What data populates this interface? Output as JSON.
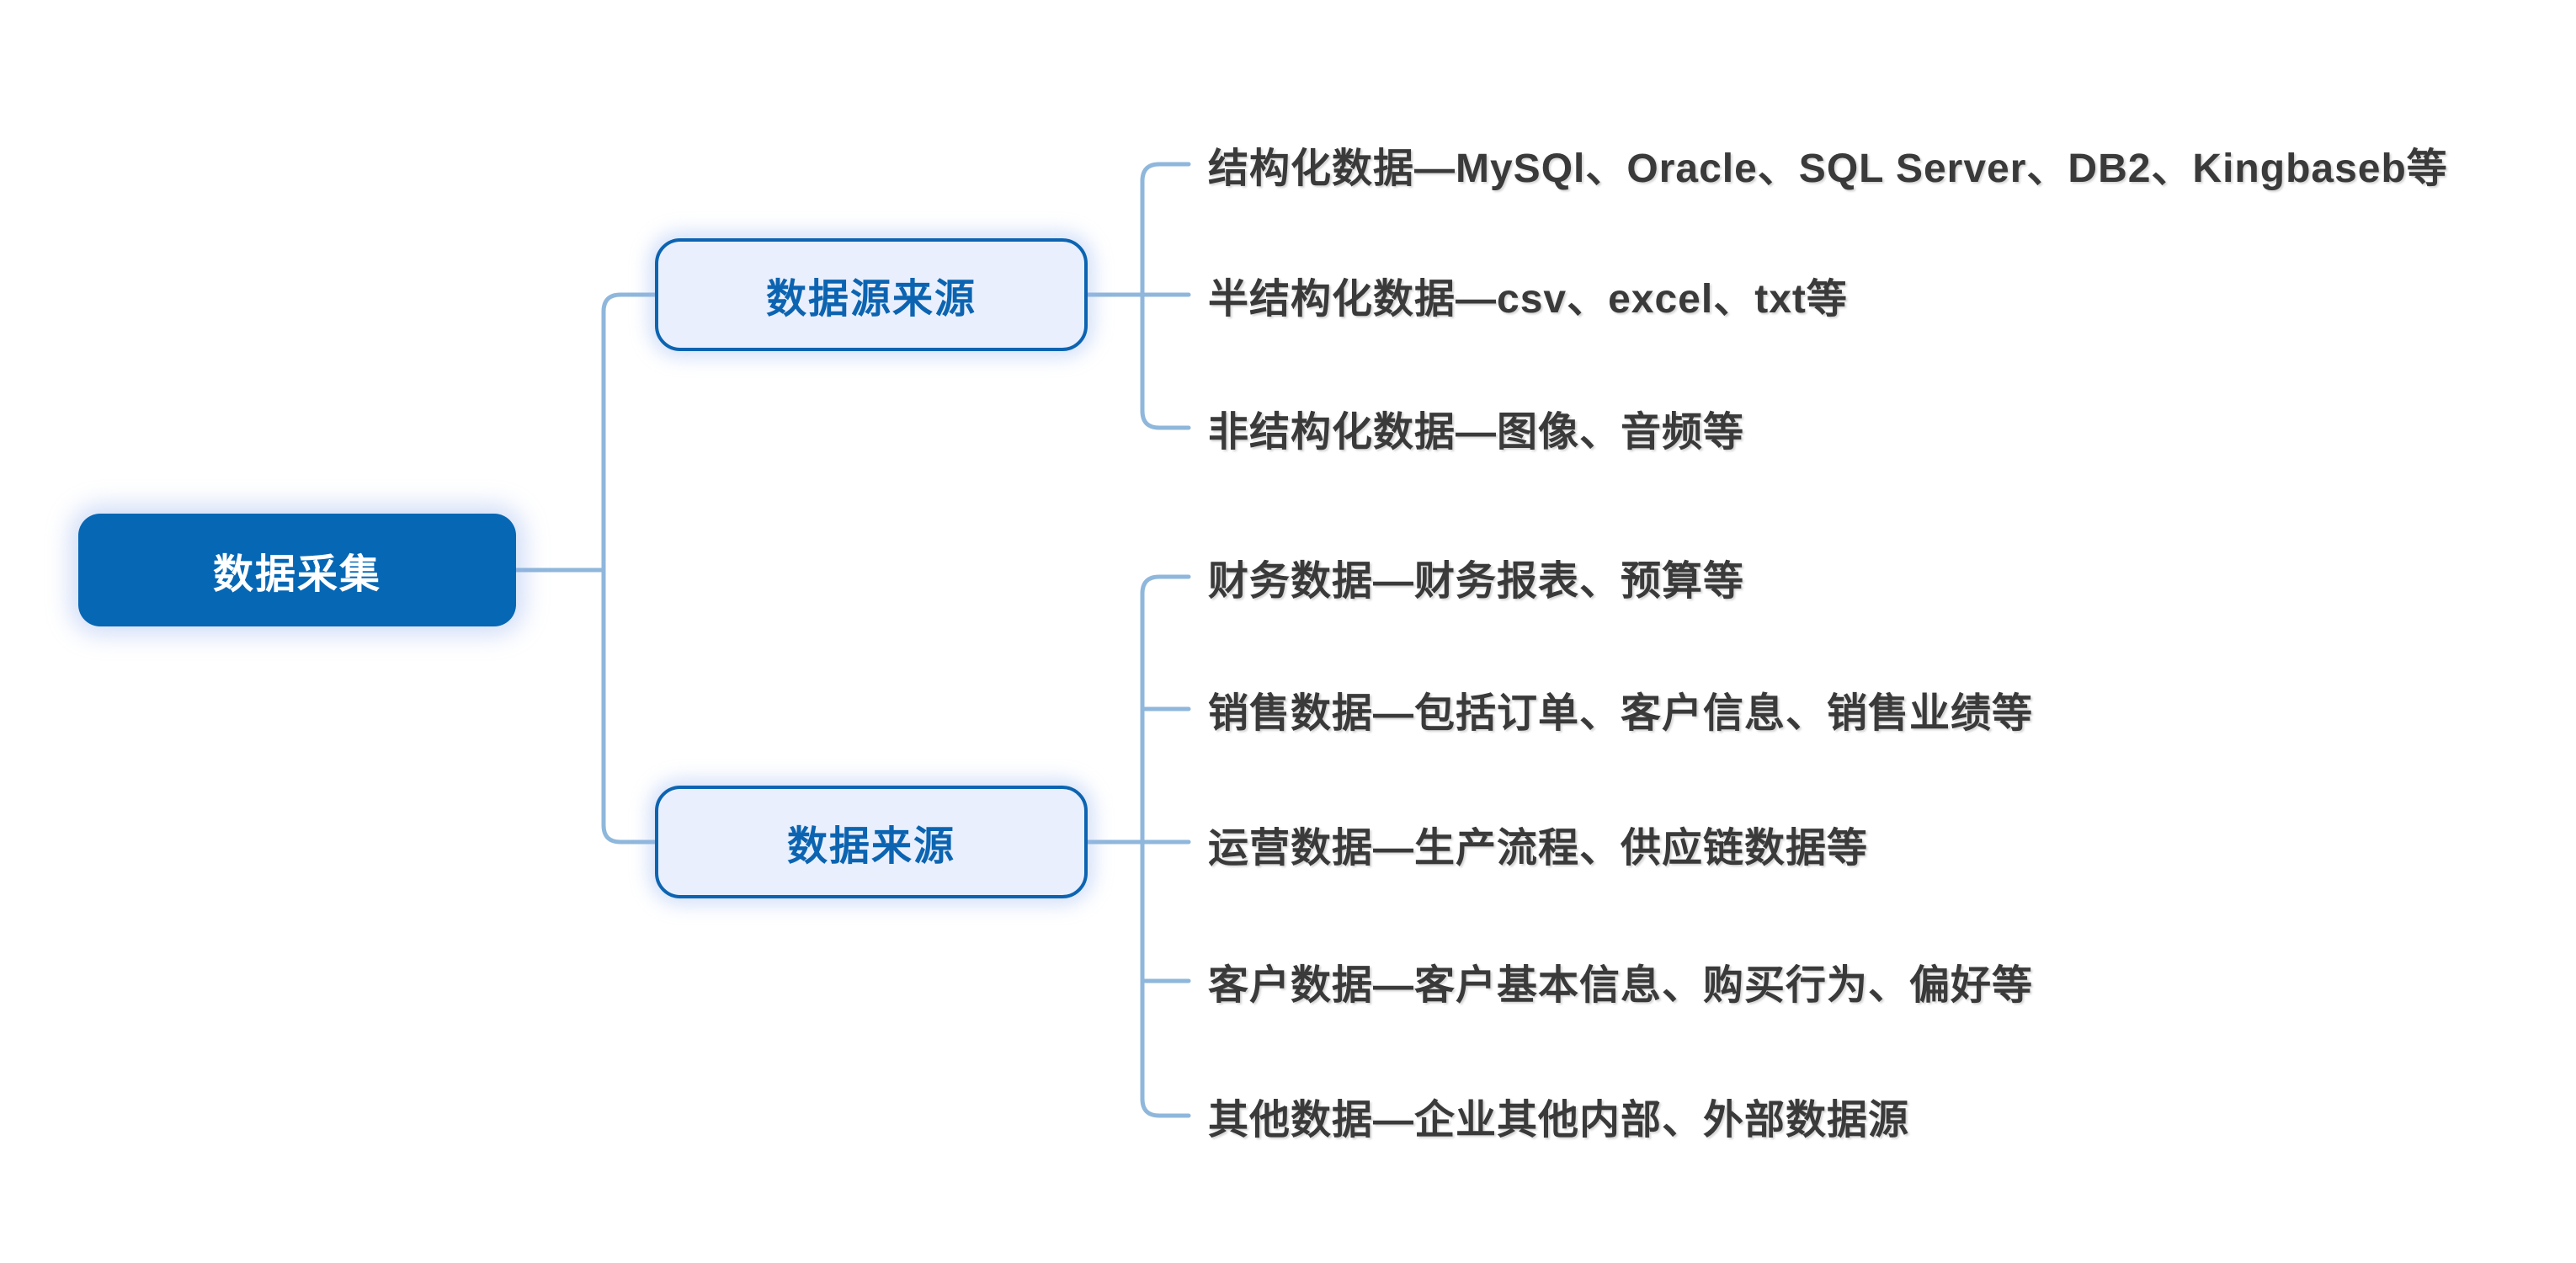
{
  "diagram": {
    "type": "mindmap",
    "root": {
      "label": "数据采集"
    },
    "branches": [
      {
        "label": "数据源来源",
        "children": [
          "结构化数据—MySQl、Oracle、SQL Server、DB2、Kingbaseb等",
          "半结构化数据—csv、excel、txt等",
          "非结构化数据—图像、音频等"
        ]
      },
      {
        "label": "数据来源",
        "children": [
          "财务数据—财务报表、预算等",
          "销售数据—包括订单、客户信息、销售业绩等",
          "运营数据—生产流程、供应链数据等",
          "客户数据—客户基本信息、购买行为、偏好等",
          "其他数据—企业其他内部、外部数据源"
        ]
      }
    ],
    "colors": {
      "root_fill": "#0667B4",
      "root_text": "#FFFFFF",
      "branch_fill": "#E9EFFC",
      "branch_border": "#0C64B1",
      "branch_text": "#0C64B1",
      "connector": "#8FB7DB",
      "leaf_text": "#3A3A3A",
      "background": "#FFFFFF"
    }
  }
}
